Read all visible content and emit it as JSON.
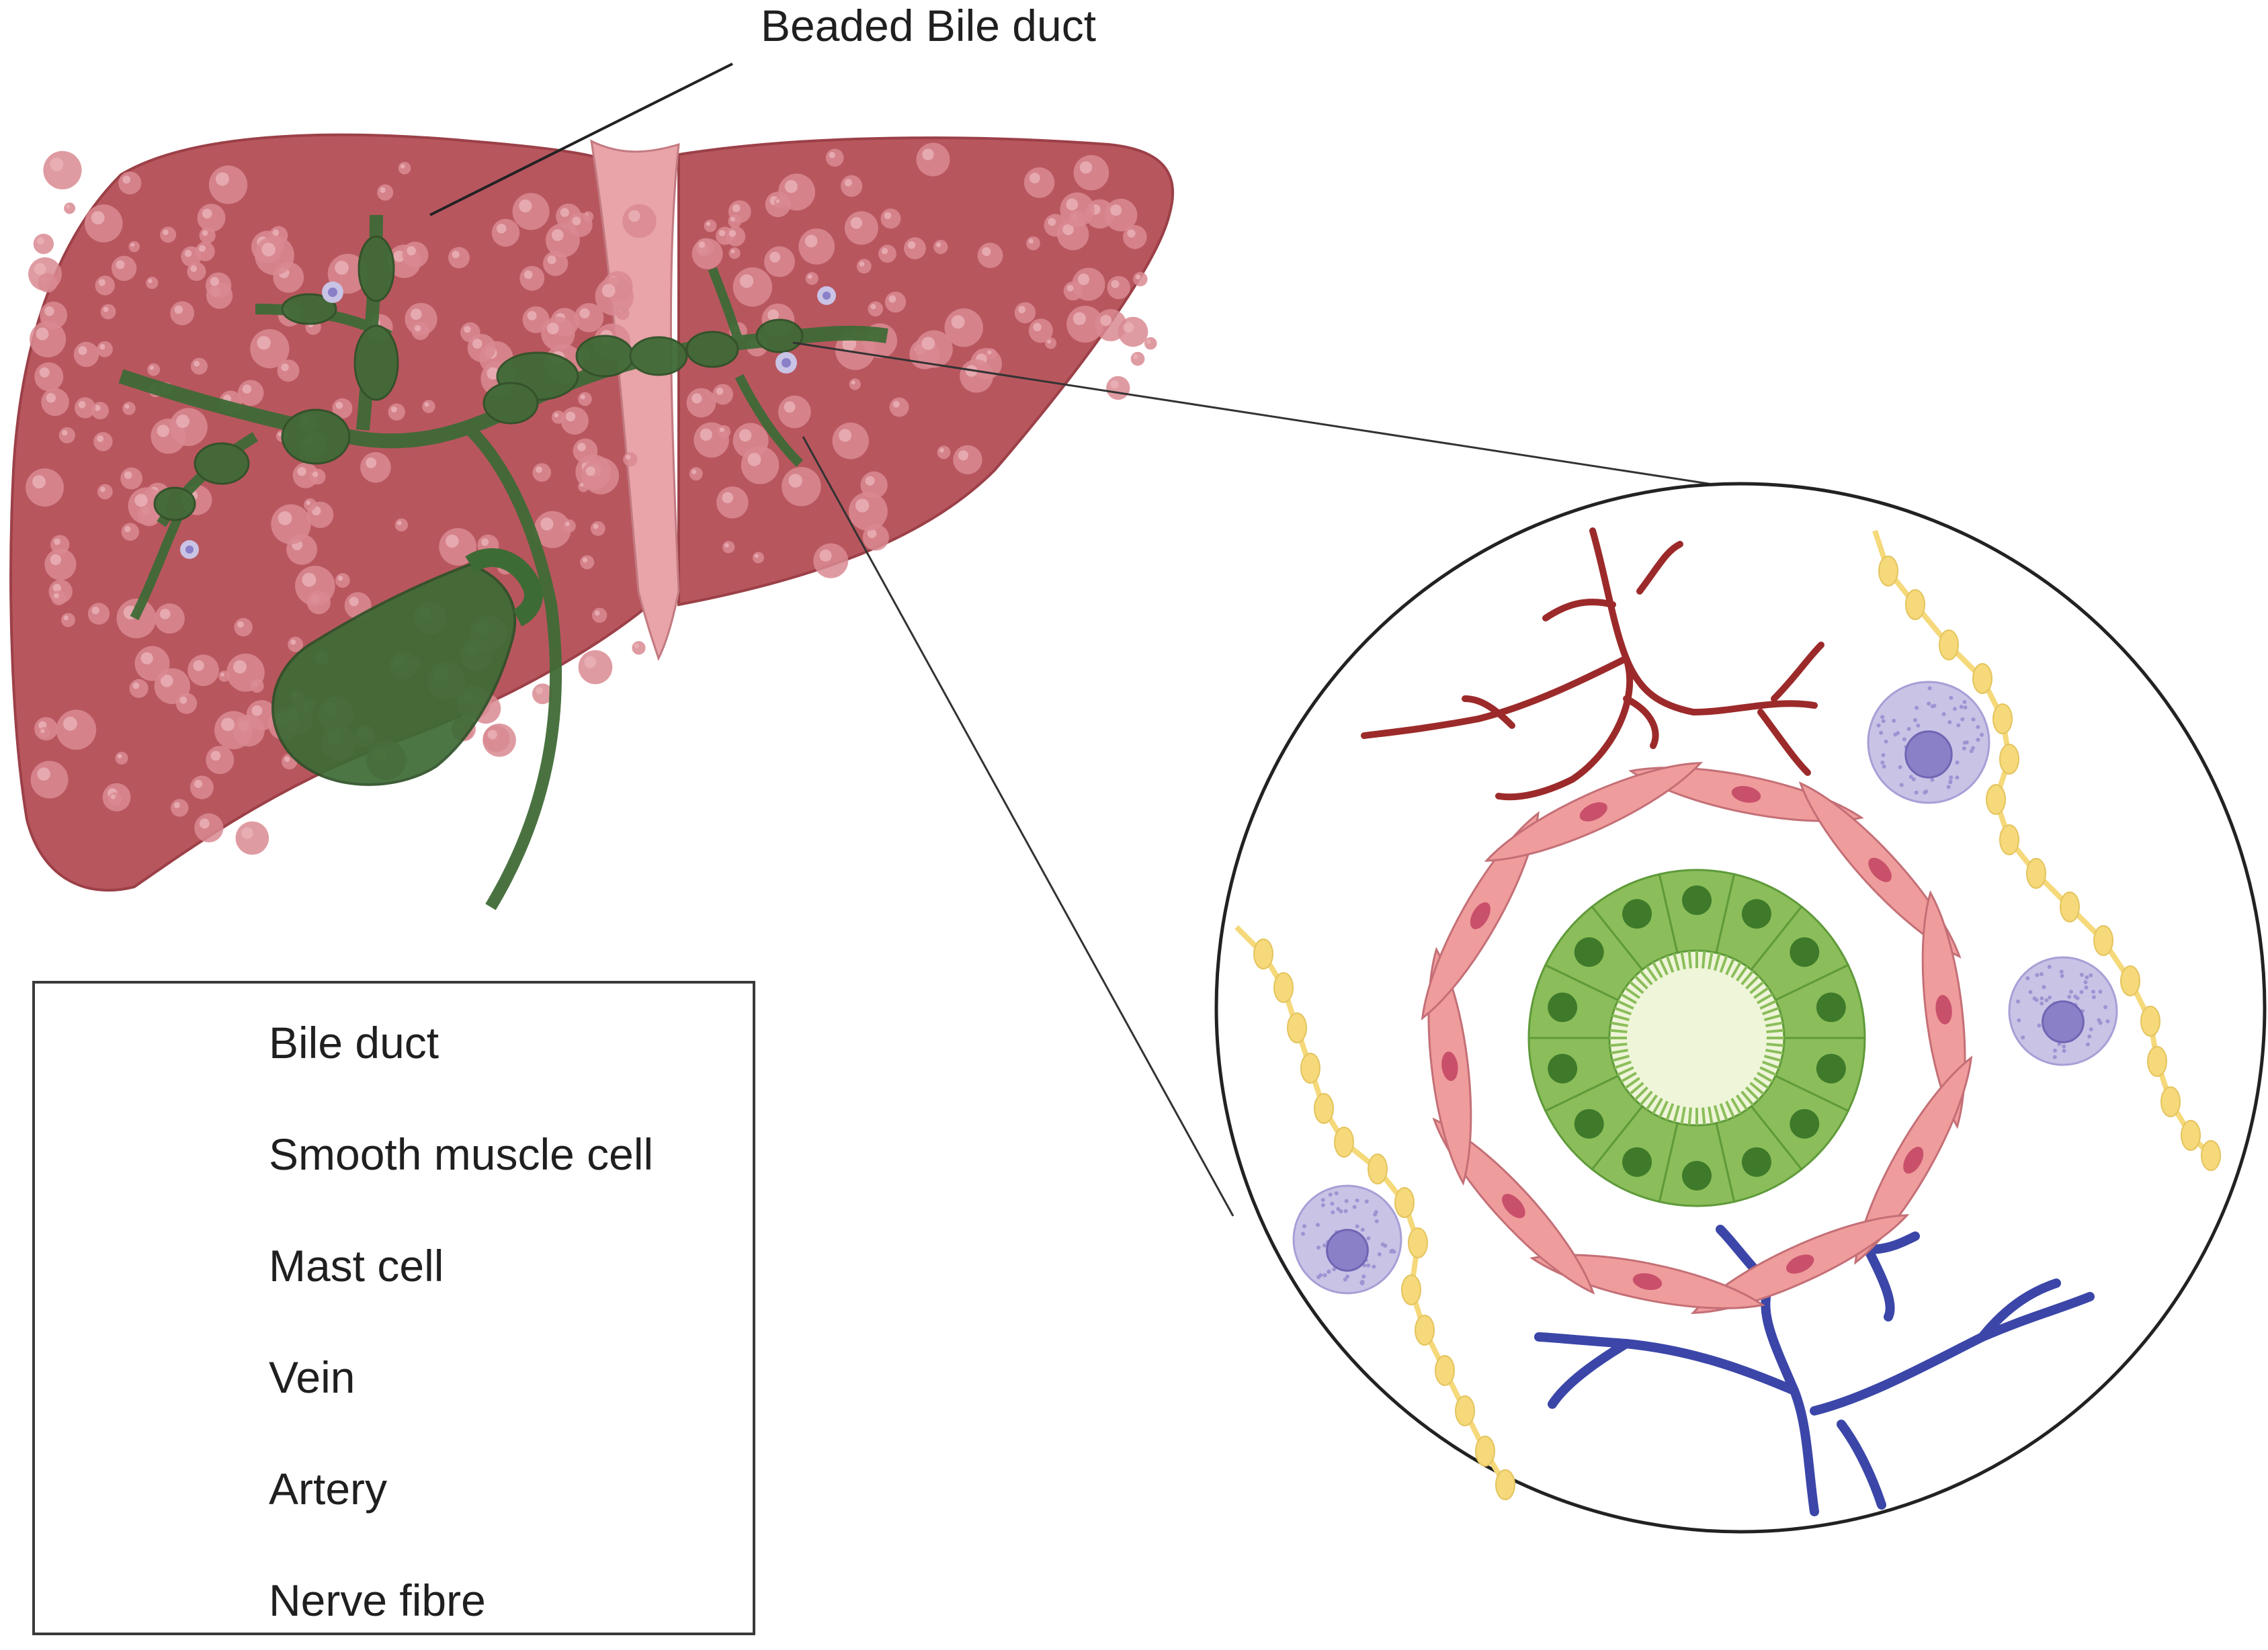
{
  "title": "Beaded Bile duct",
  "legend": {
    "items": [
      {
        "label": "Bile duct",
        "icon": "bile-duct-icon"
      },
      {
        "label": "Smooth muscle cell",
        "icon": "smooth-muscle-cell-icon"
      },
      {
        "label": "Mast cell",
        "icon": "mast-cell-icon"
      },
      {
        "label": "Vein",
        "icon": "vein-icon"
      },
      {
        "label": "Artery",
        "icon": "artery-icon"
      },
      {
        "label": "Nerve fibre",
        "icon": "nerve-fibre-icon"
      }
    ]
  },
  "colors": {
    "liver": "#b8565e",
    "liver_dark": "#a4464f",
    "liver_nodule": "#d98a92",
    "bile_duct": "#3f6a36",
    "gallbladder": "#3d6b35",
    "ligament": "#e8a4a8",
    "duct_cell": "#8bbd5a",
    "duct_nucleus": "#3e7a2a",
    "duct_lumen": "#eef5d8",
    "muscle": "#ef9c9c",
    "muscle_nucleus": "#c9506a",
    "mast": "#c9c3e6",
    "mast_nucleus": "#8a80c8",
    "vein": "#3b46a8",
    "artery": "#9c2a2a",
    "nerve": "#f5d97a"
  }
}
